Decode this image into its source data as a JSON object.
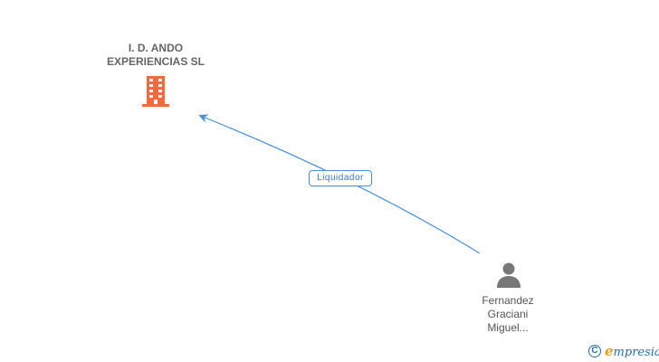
{
  "company": {
    "name_line1": "I. D. ANDO",
    "name_line2": "EXPERIENCIAS SL",
    "icon": "building-icon",
    "icon_color": "#f26a3f"
  },
  "relation": {
    "label": "Liquidador",
    "color": "#4a90d9"
  },
  "person": {
    "name_line1": "Fernandez",
    "name_line2": "Graciani",
    "name_line3": "Miguel...",
    "icon": "person-icon",
    "icon_color": "#777777"
  },
  "brand": {
    "copyright_symbol": "C",
    "logo_first": "e",
    "logo_rest": "mpresia",
    "color": "#2a6fa8",
    "accent_color": "#f39c12"
  }
}
